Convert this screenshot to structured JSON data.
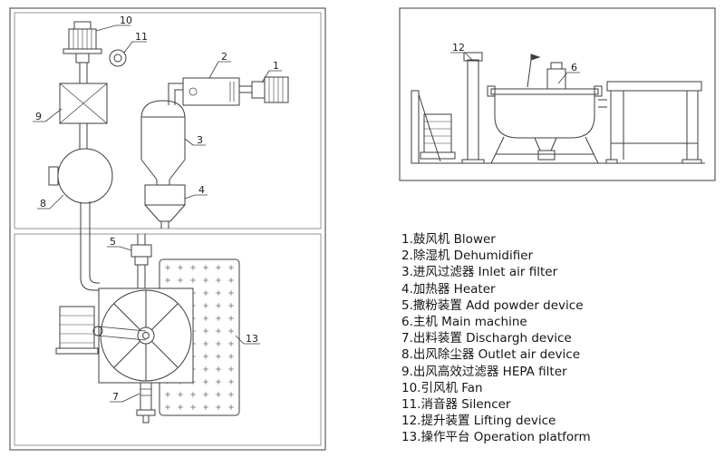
{
  "colors": {
    "line": "#3d3d3d",
    "text": "#151515",
    "background": "#ffffff"
  },
  "plan_view": {
    "callouts": {
      "blower": "1",
      "dehumidifier": "2",
      "inlet_air_filter": "3",
      "heater": "4",
      "add_powder_device": "5",
      "discharge_device": "7",
      "outlet_air_device": "8",
      "hepa_filter": "9",
      "fan": "10",
      "silencer": "11",
      "operation_platform": "13"
    }
  },
  "side_view": {
    "callouts": {
      "main_machine": "6",
      "lifting_device": "12"
    }
  },
  "legend": {
    "items": [
      {
        "num": "1",
        "zh": "鼓风机",
        "en": "Blower"
      },
      {
        "num": "2",
        "zh": "除湿机",
        "en": "Dehumidifier"
      },
      {
        "num": "3",
        "zh": "进风过滤器",
        "en": "Inlet air filter"
      },
      {
        "num": "4",
        "zh": "加热器",
        "en": "Heater"
      },
      {
        "num": "5",
        "zh": "撒粉装置",
        "en": "Add powder device"
      },
      {
        "num": "6",
        "zh": "主机",
        "en": "Main machine"
      },
      {
        "num": "7",
        "zh": "出料装置",
        "en": "Dischargh device"
      },
      {
        "num": "8",
        "zh": "出风除尘器",
        "en": "Outlet air device"
      },
      {
        "num": "9",
        "zh": "出风高效过滤器",
        "en": "HEPA filter"
      },
      {
        "num": "10",
        "zh": "引风机",
        "en": "Fan"
      },
      {
        "num": "11",
        "zh": "消音器",
        "en": "Silencer"
      },
      {
        "num": "12",
        "zh": "提升装置",
        "en": "Lifting device"
      },
      {
        "num": "13",
        "zh": "操作平台",
        "en": "Operation platform"
      }
    ]
  }
}
